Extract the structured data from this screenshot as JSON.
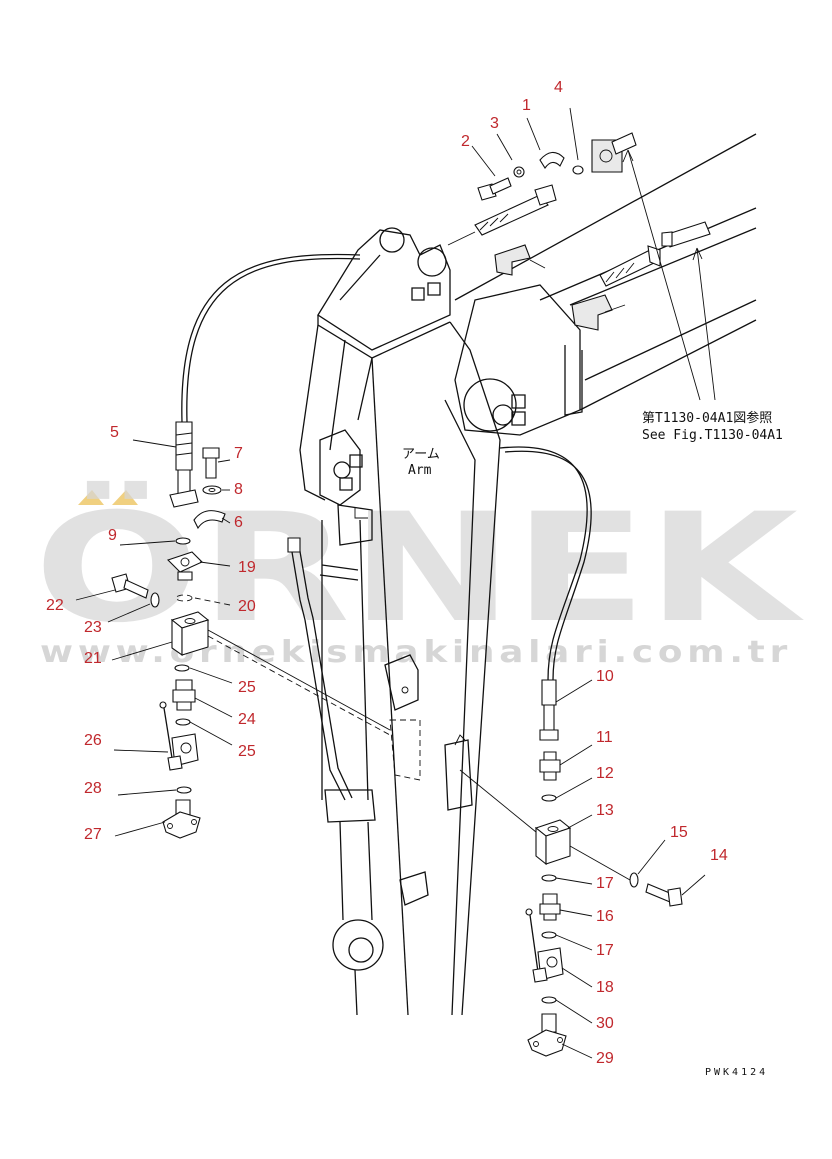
{
  "diagram": {
    "code": "PWK4124",
    "arm_label_jp": "アーム",
    "arm_label_en": "Arm",
    "reference_jp": "第T1130-04A1図参照",
    "reference_en": "See Fig.T1130-04A1"
  },
  "watermark": {
    "brand": "ÖRNEK",
    "url": "www.ornekismakinalari.com.tr",
    "accent_color": "#f0d080"
  },
  "colors": {
    "callout": "#c0282d",
    "line": "#111111"
  },
  "callouts": [
    {
      "n": "1"
    },
    {
      "n": "2"
    },
    {
      "n": "3"
    },
    {
      "n": "4"
    },
    {
      "n": "5"
    },
    {
      "n": "7"
    },
    {
      "n": "8"
    },
    {
      "n": "6"
    },
    {
      "n": "9"
    },
    {
      "n": "19"
    },
    {
      "n": "22"
    },
    {
      "n": "20"
    },
    {
      "n": "23"
    },
    {
      "n": "21"
    },
    {
      "n": "25"
    },
    {
      "n": "24"
    },
    {
      "n": "26"
    },
    {
      "n": "25"
    },
    {
      "n": "28"
    },
    {
      "n": "27"
    },
    {
      "n": "10"
    },
    {
      "n": "11"
    },
    {
      "n": "12"
    },
    {
      "n": "13"
    },
    {
      "n": "15"
    },
    {
      "n": "14"
    },
    {
      "n": "17"
    },
    {
      "n": "16"
    },
    {
      "n": "17"
    },
    {
      "n": "18"
    },
    {
      "n": "30"
    },
    {
      "n": "29"
    }
  ]
}
